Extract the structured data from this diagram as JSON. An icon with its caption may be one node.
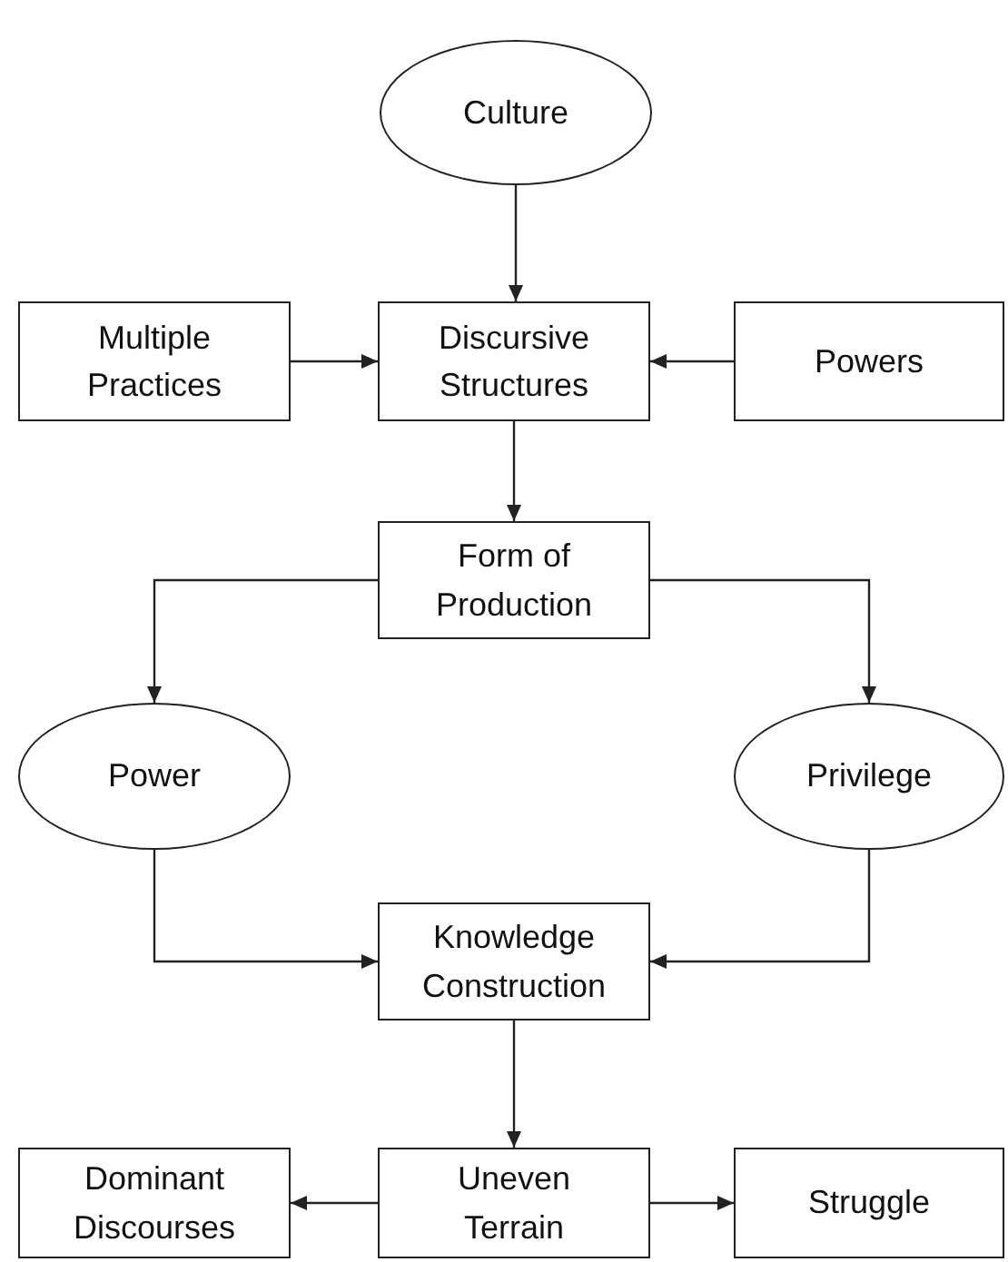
{
  "diagram": {
    "nodes": [
      {
        "text": [
          "Culture"
        ]
      },
      {
        "text": [
          "Multiple Practices"
        ]
      },
      {
        "text": [
          "Discursive Structures"
        ]
      },
      {
        "text": [
          "Powers"
        ]
      },
      {
        "text": [
          "Form of Production"
        ]
      },
      {
        "text": [
          "Power"
        ]
      },
      {
        "text": [
          "Privilege"
        ]
      },
      {
        "text": [
          "Knowledge Construction"
        ]
      },
      {
        "text": [
          "Dominant Discourses"
        ]
      },
      {
        "text": [
          "Uneven Terrain"
        ]
      },
      {
        "text": [
          "Struggle"
        ]
      }
    ],
    "edges": [
      {
        "from": 0,
        "to": 2,
        "arrow": "to"
      },
      {
        "from": 1,
        "to": 2,
        "arrow": "to"
      },
      {
        "from": 3,
        "to": 2,
        "arrow": "to"
      },
      {
        "from": 2,
        "to": 4,
        "arrow": "to"
      },
      {
        "from": 4,
        "to": 5,
        "arrow": "to"
      },
      {
        "from": 4,
        "to": 6,
        "arrow": "to"
      },
      {
        "from": 5,
        "to": 7,
        "arrow": "to"
      },
      {
        "from": 6,
        "to": 7,
        "arrow": "to"
      },
      {
        "from": 7,
        "to": 9,
        "arrow": "to"
      },
      {
        "from": 9,
        "to": 8,
        "arrow": "to"
      },
      {
        "from": 9,
        "to": 10,
        "arrow": "to"
      }
    ]
  }
}
